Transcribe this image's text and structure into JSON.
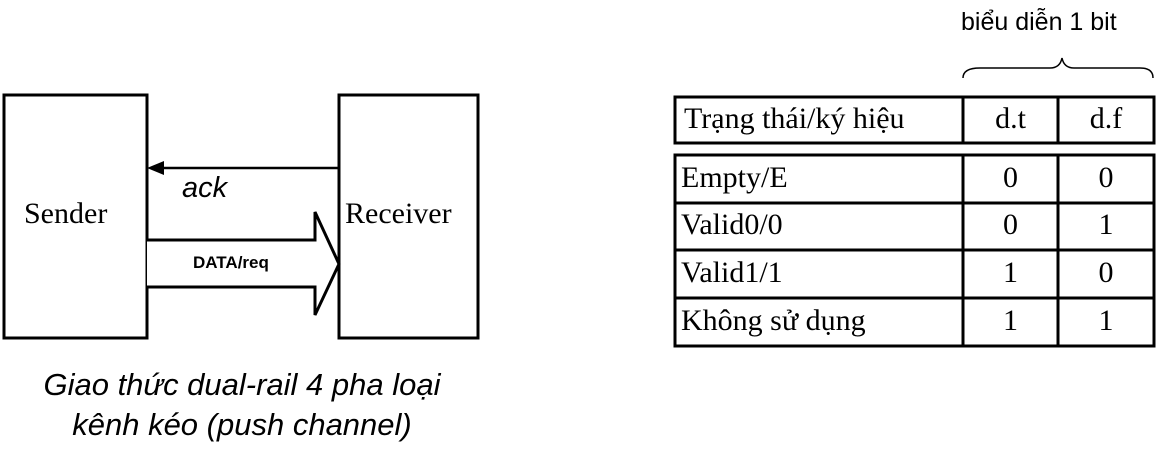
{
  "diagram": {
    "sender_label": "Sender",
    "receiver_label": "Receiver",
    "ack_label": "ack",
    "data_label": "DATA/req",
    "caption_line1": "Giao thức dual-rail 4 pha loại",
    "caption_line2": "kênh kéo (push channel)"
  },
  "table": {
    "brace_label": "biểu diễn 1 bit",
    "headers": [
      "Trạng thái/ký hiệu",
      "d.t",
      "d.f"
    ],
    "rows": [
      {
        "state": "Empty/E",
        "dt": "0",
        "df": "0"
      },
      {
        "state": "Valid0/0",
        "dt": "0",
        "df": "1"
      },
      {
        "state": "Valid1/1",
        "dt": "1",
        "df": "0"
      },
      {
        "state": "Không sử dụng",
        "dt": "1",
        "df": "1"
      }
    ]
  }
}
